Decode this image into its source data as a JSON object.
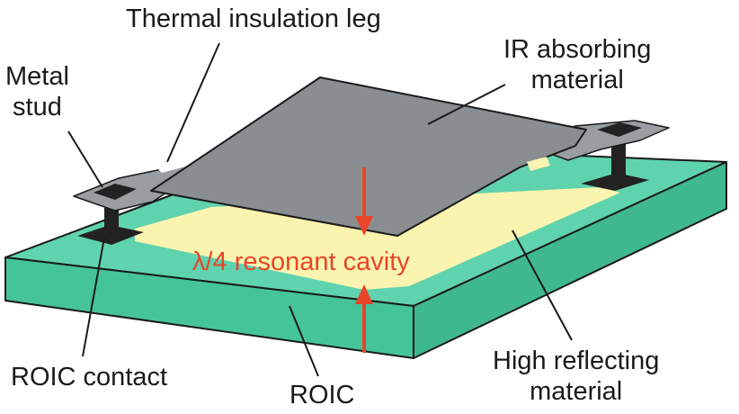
{
  "labels": {
    "thermal_leg": "Thermal insulation leg",
    "ir_absorbing": [
      "IR absorbing",
      "material"
    ],
    "metal_stud": [
      "Metal",
      "stud"
    ],
    "cavity": "λ/4 resonant cavity",
    "roic_contact": "ROIC contact",
    "roic": "ROIC",
    "high_reflecting": [
      "High reflecting",
      "material"
    ]
  },
  "colors": {
    "substrate_top": "#5fd3ad",
    "substrate_side": "#45c49a",
    "reflector": "#fbf4b0",
    "absorber": "#8a8e91",
    "leg": "#9a9ea1",
    "stud": "#222222",
    "cavity_text": "#e8452a",
    "leader": "#1a1a1a"
  }
}
